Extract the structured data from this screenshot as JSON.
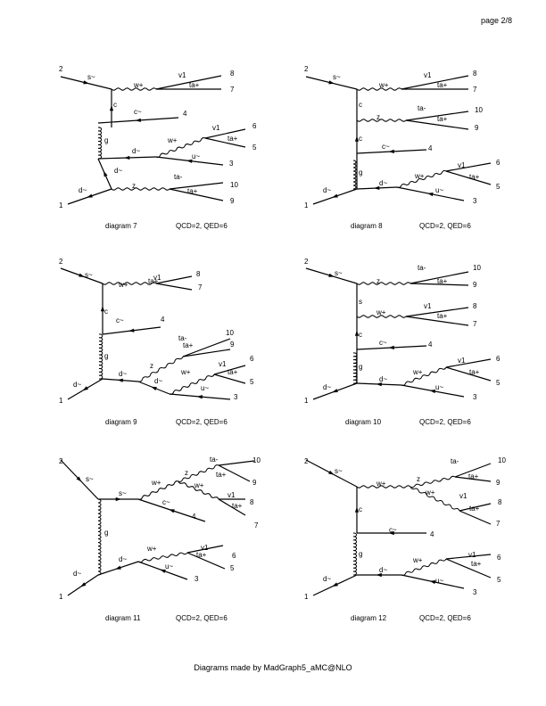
{
  "page": {
    "number": "page 2/8"
  },
  "footer": "Diagrams made by MadGraph5_aMC@NLO",
  "diagrams": [
    {
      "caption": "diagram 7",
      "order": "QCD=2, QED=6",
      "labels": {
        "p2": "2",
        "p1": "1",
        "s": "s~",
        "w1": "w+",
        "v1": "v1",
        "ta1": "ta+",
        "o8": "8",
        "o7": "7",
        "c": "c",
        "cbar": "c~",
        "o4": "4",
        "g": "g",
        "dbar1": "d~",
        "w2": "w+",
        "v1b": "v1",
        "ta2": "ta+",
        "o6": "6",
        "o5": "5",
        "ubar": "u~",
        "o3": "3",
        "dbar2": "d~",
        "z": "z",
        "tam": "ta-",
        "ta3": "ta+",
        "o10": "10",
        "o9": "9",
        "dbar3": "d~"
      }
    },
    {
      "caption": "diagram 8",
      "order": "QCD=2, QED=6",
      "labels": {
        "p2": "2",
        "p1": "1",
        "s": "s~",
        "w1": "w+",
        "v1": "v1",
        "ta1": "ta+",
        "o8": "8",
        "o7": "7",
        "c1": "c",
        "z": "z",
        "tam": "ta-",
        "ta2": "ta+",
        "o10": "10",
        "o9": "9",
        "c2": "c",
        "cbar": "c~",
        "o4": "4",
        "g": "g",
        "dbar1": "d~",
        "w2": "w+",
        "v1b": "v1",
        "ta3": "ta+",
        "o6": "6",
        "o5": "5",
        "ubar": "u~",
        "o3": "3",
        "dbar2": "d~"
      }
    },
    {
      "caption": "diagram 9",
      "order": "QCD=2, QED=6",
      "labels": {
        "p2": "2",
        "p1": "1",
        "s": "s~",
        "w1": "w+",
        "v1": "v1",
        "ta1": "ta+",
        "o8": "8",
        "o7": "7",
        "c": "c",
        "cbar": "c~",
        "o4": "4",
        "g": "g",
        "dbar1": "d~",
        "z": "z",
        "tam": "ta-",
        "ta2": "ta+",
        "o10": "10",
        "o9": "9",
        "dbar2": "d~",
        "w2": "w+",
        "v1b": "v1",
        "ta3": "ta+",
        "o6": "6",
        "o5": "5",
        "ubar": "u~",
        "o3": "3",
        "dbar3": "d~"
      }
    },
    {
      "caption": "diagram 10",
      "order": "QCD=2, QED=6",
      "labels": {
        "p2": "2",
        "p1": "1",
        "s1": "s~",
        "z": "z",
        "tam": "ta-",
        "ta1": "ta+",
        "o10": "10",
        "o9": "9",
        "s2": "s",
        "w1": "w+",
        "v1": "v1",
        "ta2": "ta+",
        "o8": "8",
        "o7": "7",
        "c": "c",
        "cbar": "c~",
        "o4": "4",
        "g": "g",
        "dbar1": "d~",
        "w2": "w+",
        "v1b": "v1",
        "ta3": "ta+",
        "o6": "6",
        "o5": "5",
        "ubar": "u~",
        "o3": "3",
        "dbar2": "d~"
      }
    },
    {
      "caption": "diagram 11",
      "order": "QCD=2, QED=6",
      "labels": {
        "p2": "2",
        "p1": "1",
        "s1": "s~",
        "s2": "s~",
        "w1": "w+",
        "z": "z",
        "tam": "ta-",
        "ta1": "ta+",
        "o10": "10",
        "o9": "9",
        "w2": "w+",
        "v1": "v1",
        "ta2": "ta+",
        "o8": "8",
        "o7": "7",
        "cbar": "c~",
        "o4": "4",
        "g": "g",
        "dbar1": "d~",
        "w3": "w+",
        "v1b": "v1",
        "ta3": "ta+",
        "o6": "6",
        "o5": "5",
        "ubar": "u~",
        "o3": "3",
        "dbar2": "d~"
      }
    },
    {
      "caption": "diagram 12",
      "order": "QCD=2, QED=6",
      "labels": {
        "p2": "2",
        "p1": "1",
        "s": "s~",
        "w1": "w+",
        "z": "z",
        "tam": "ta-",
        "ta1": "ta+",
        "o10": "10",
        "o9": "9",
        "w2": "w+",
        "v1": "v1",
        "ta2": "ta+",
        "o8": "8",
        "o7": "7",
        "c": "c",
        "cbar": "c~",
        "o4": "4",
        "g": "g",
        "dbar1": "d~",
        "w3": "w+",
        "v1b": "v1",
        "ta3": "ta+",
        "o6": "6",
        "o5": "5",
        "ubar": "u~",
        "o3": "3",
        "dbar2": "d~"
      }
    }
  ]
}
